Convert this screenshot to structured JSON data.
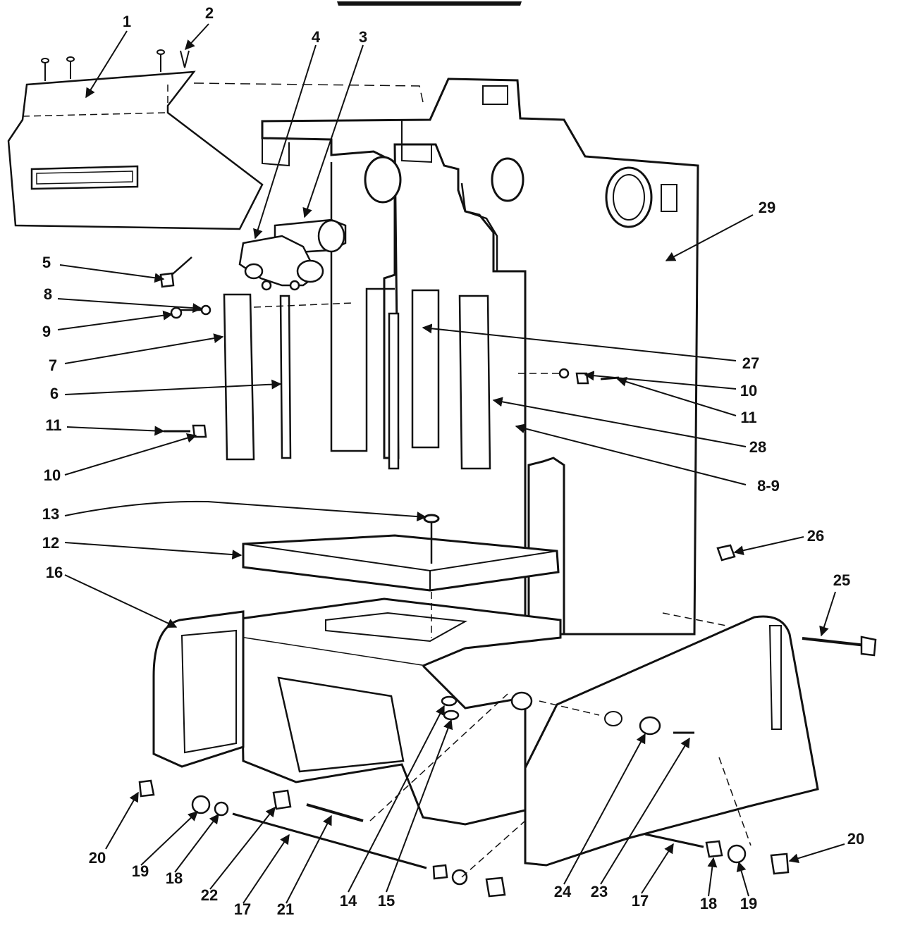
{
  "diagram": {
    "colors": {
      "ink": "#111111",
      "paper": "#ffffff"
    },
    "callouts": [
      "1",
      "2",
      "4",
      "3",
      "29",
      "5",
      "8",
      "9",
      "7",
      "6",
      "11",
      "10",
      "27",
      "10",
      "11",
      "28",
      "8-9",
      "13",
      "12",
      "16",
      "26",
      "25",
      "20",
      "19",
      "18",
      "22",
      "17",
      "21",
      "14",
      "15",
      "24",
      "23",
      "17",
      "18",
      "19",
      "20"
    ]
  }
}
